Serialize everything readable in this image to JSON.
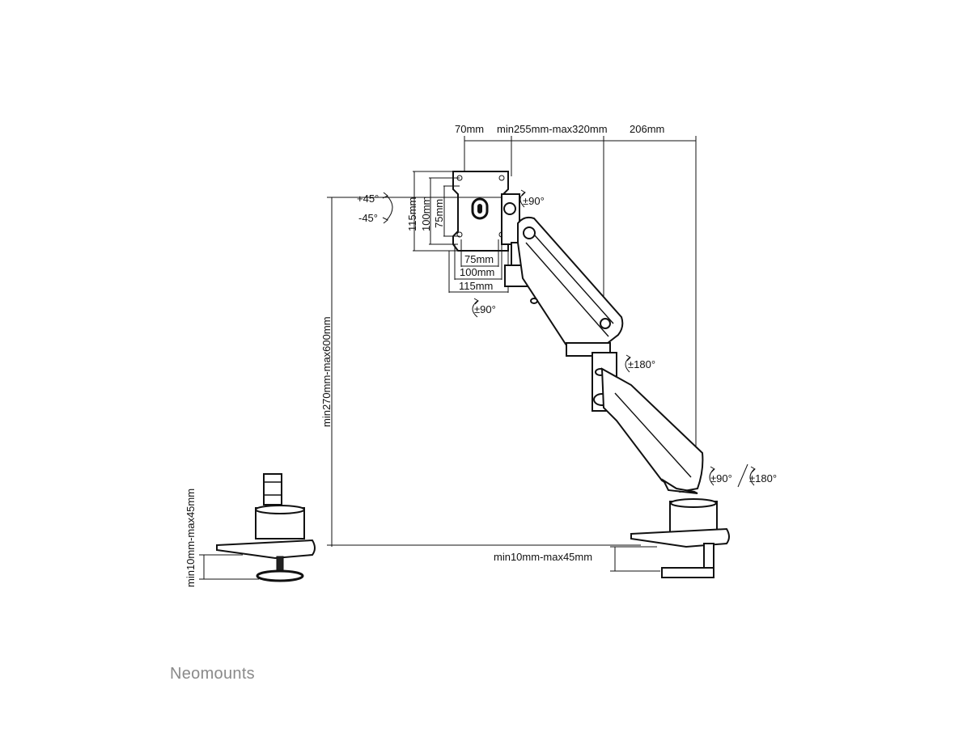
{
  "dimensions": {
    "top_plate_offset": "70mm",
    "arm_reach": "min255mm-max320mm",
    "base_offset": "206mm",
    "plate_height_115": "115mm",
    "plate_height_100": "100mm",
    "plate_height_75": "75mm",
    "plate_width_75": "75mm",
    "plate_width_100": "100mm",
    "plate_width_115": "115mm",
    "height_range": "min270mm-max600mm",
    "desk_thickness_side": "min10mm-max45mm",
    "desk_thickness_main": "min10mm-max45mm"
  },
  "rotations": {
    "tilt_up": "+45°",
    "tilt_down": "-45°",
    "swivel_head": "±90°",
    "rotate_plate": "±90°",
    "elbow": "±180°",
    "base_swivel": "±90°",
    "base_rotate": "±180°"
  },
  "brand": "Neomounts"
}
